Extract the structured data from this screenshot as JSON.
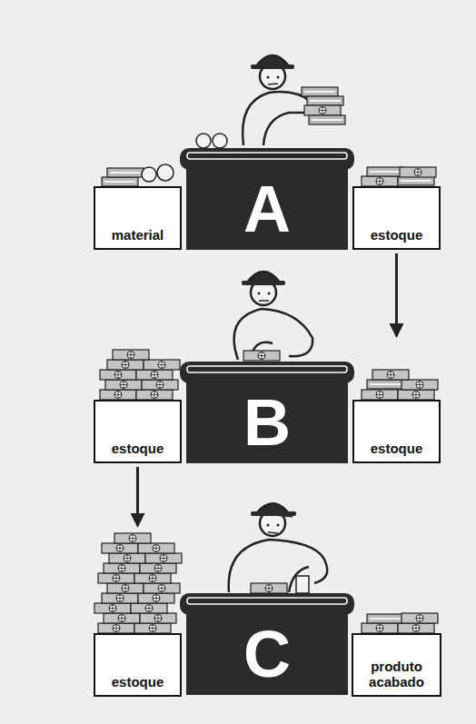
{
  "diagram": {
    "nodes": [
      {
        "text": [
          "material"
        ]
      },
      {
        "text": [
          "A"
        ]
      },
      {
        "text": [
          "estoque"
        ]
      },
      {
        "text": [
          "estoque"
        ]
      },
      {
        "text": [
          "B"
        ]
      },
      {
        "text": [
          "estoque"
        ]
      },
      {
        "text": [
          "estoque"
        ]
      },
      {
        "text": [
          "C"
        ]
      },
      {
        "text": [
          "produto acabado"
        ]
      }
    ],
    "edges": [
      {
        "from": 2,
        "to": 5,
        "arrow": "to"
      },
      {
        "from": 3,
        "to": 6,
        "arrow": "to"
      }
    ]
  }
}
